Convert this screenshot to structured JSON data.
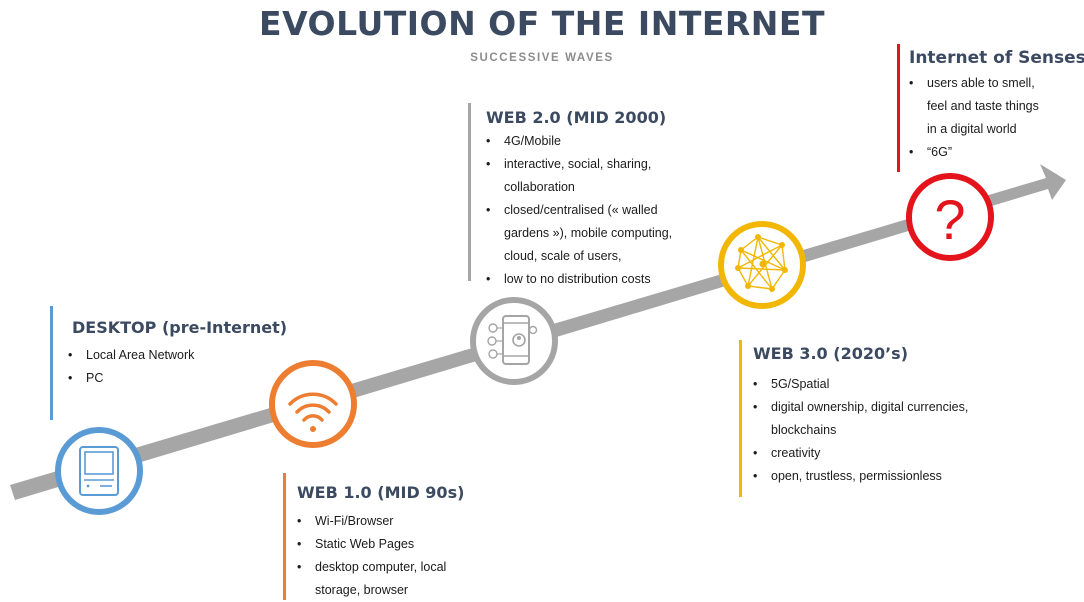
{
  "header": {
    "title": "EVOLUTION OF THE INTERNET",
    "subtitle": "SUCCESSIVE WAVES"
  },
  "colors": {
    "desktop": "#5b9bd5",
    "web1": "#ed7d31",
    "web2": "#a5a5a5",
    "web3": "#f2b705",
    "senses": "#e3141b",
    "arrow": "#a6a6a6",
    "heading": "#3b4a61"
  },
  "stages": {
    "desktop": {
      "heading": "DESKTOP (pre-Internet)",
      "icon": "computer-icon",
      "items": [
        [
          "Local Area Network"
        ],
        [
          "PC"
        ]
      ]
    },
    "web1": {
      "heading": "WEB 1.0 (MID 90s)",
      "icon": "wifi-icon",
      "items": [
        [
          "Wi-Fi/Browser"
        ],
        [
          "Static Web Pages"
        ],
        [
          "desktop computer, local",
          "storage, browser"
        ]
      ]
    },
    "web2": {
      "heading": "WEB 2.0 (MID 2000)",
      "icon": "smartphone-icon",
      "items": [
        [
          "4G/Mobile"
        ],
        [
          "interactive, social, sharing,",
          "collaboration"
        ],
        [
          "closed/centralised (« walled",
          "gardens »), mobile computing,",
          "cloud, scale of users,"
        ],
        [
          "low to no distribution costs"
        ]
      ]
    },
    "web3": {
      "heading": "WEB 3.0 (2020’s)",
      "icon": "network-mesh-icon",
      "items": [
        [
          "5G/Spatial"
        ],
        [
          " digital ownership, digital currencies,",
          "blockchains"
        ],
        [
          " creativity"
        ],
        [
          "open, trustless, permissionless"
        ]
      ]
    },
    "senses": {
      "heading": "Internet of Senses",
      "icon": "question-mark-icon",
      "question_glyph": "?",
      "items": [
        [
          "users able to smell,",
          "feel and taste things",
          "in a digital world"
        ],
        [
          "“6G”"
        ]
      ]
    }
  }
}
